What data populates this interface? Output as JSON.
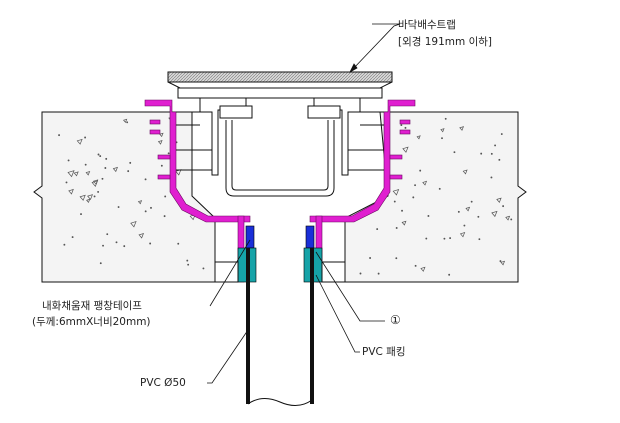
{
  "labels": {
    "trap_name": "바닥배수트랩",
    "trap_size": "[외경 191mm 이하]",
    "tape_name": "내화채움재 팽창테이프",
    "tape_spec": "(두께:6mmX너비20mm)",
    "item_one": "①",
    "pvc_packing": "PVC 패킹",
    "pvc_pipe": "PVC Ø50"
  },
  "colors": {
    "concrete_fill": "#f4f4f4",
    "line": "#111111",
    "trap_body": "#e01fd0",
    "tape": "#1a2fd8",
    "packing": "#16a3a8",
    "grate": "#9a9a9a"
  }
}
